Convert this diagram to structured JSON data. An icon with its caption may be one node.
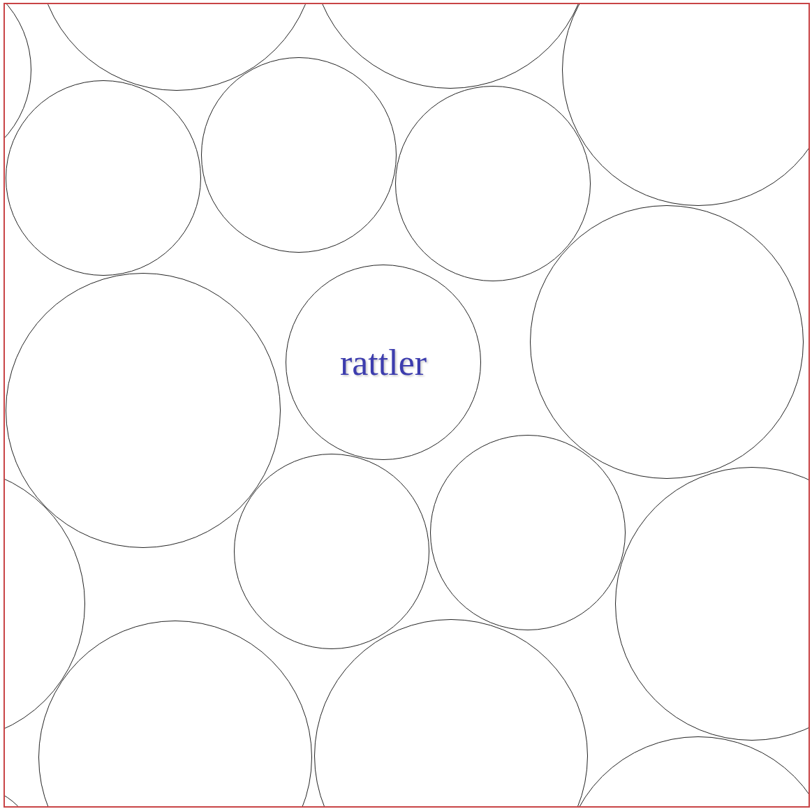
{
  "diagram": {
    "nodes": [
      {
        "text": [],
        "shape": "circle"
      },
      {
        "text": [],
        "shape": "circle"
      },
      {
        "text": [],
        "shape": "circle"
      },
      {
        "text": [],
        "shape": "circle"
      },
      {
        "text": [],
        "shape": "circle"
      },
      {
        "text": [],
        "shape": "circle"
      },
      {
        "text": [],
        "shape": "circle"
      },
      {
        "text": [],
        "shape": "circle"
      },
      {
        "text": [
          "rattler"
        ]
      },
      {
        "text": [],
        "shape": "circle"
      },
      {
        "text": [],
        "shape": "circle"
      },
      {
        "text": [],
        "shape": "circle"
      },
      {
        "text": [],
        "shape": "circle"
      },
      {
        "text": [],
        "shape": "circle"
      },
      {
        "text": [],
        "shape": "circle"
      },
      {
        "text": [],
        "shape": "circle"
      },
      {
        "text": [],
        "shape": "circle"
      },
      {
        "text": [],
        "shape": "circle"
      }
    ]
  }
}
